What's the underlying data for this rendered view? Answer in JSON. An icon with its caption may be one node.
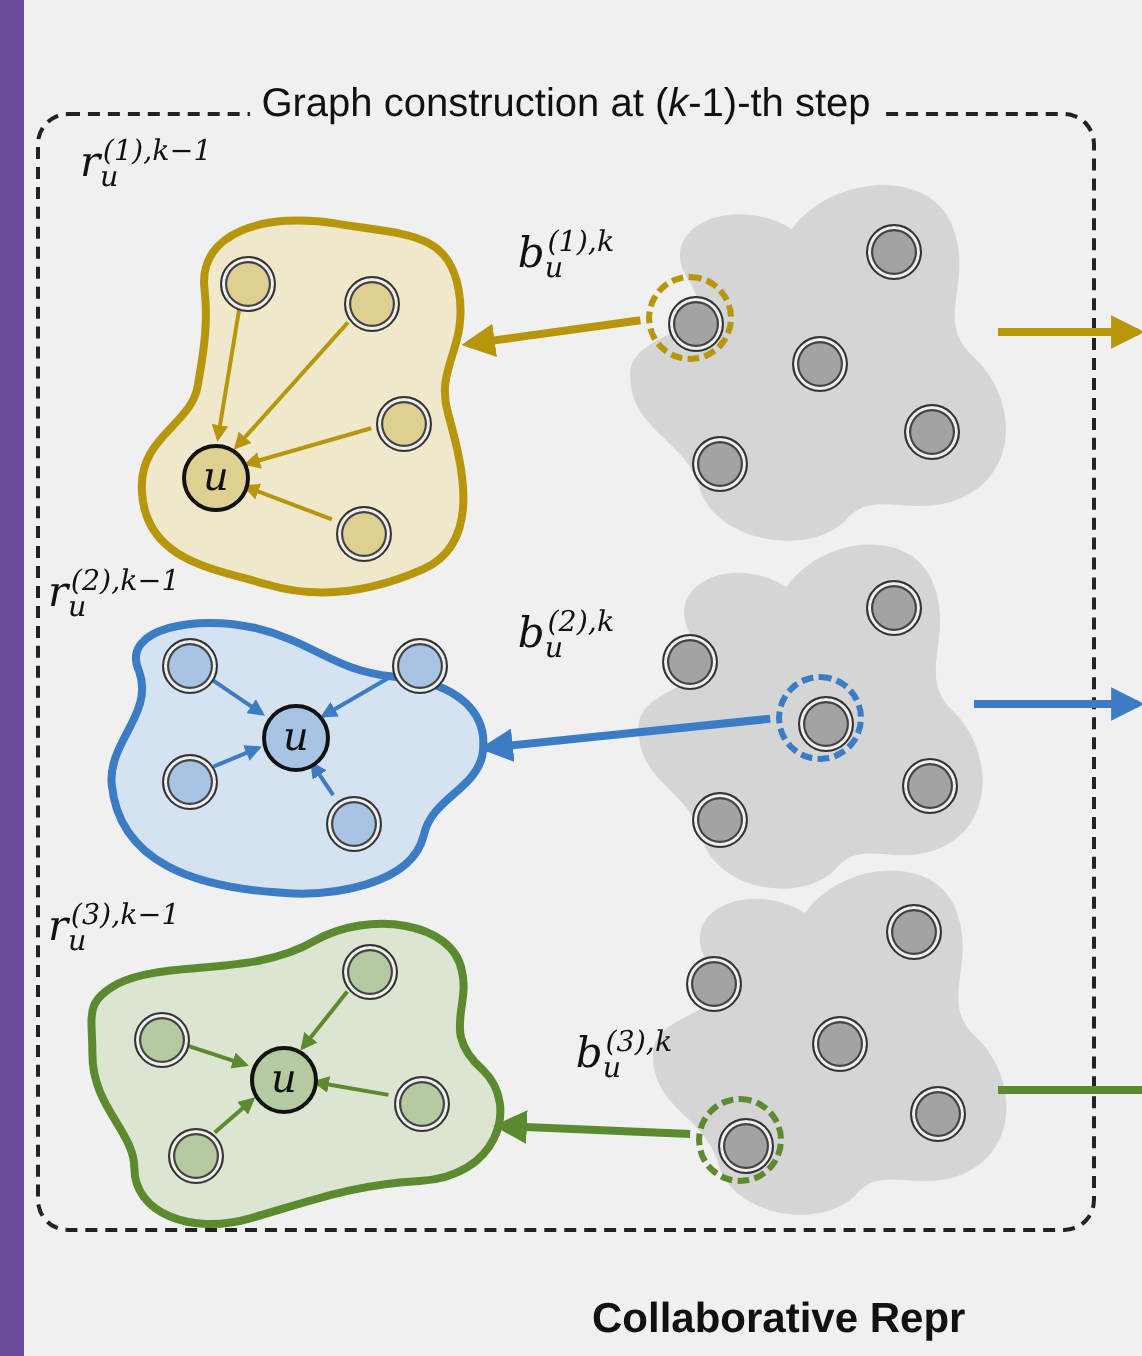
{
  "diagram": {
    "nodes": [
      {
        "text": [
          "Graph construction at (*k*-1)-th step"
        ]
      },
      {
        "text": [
          "r$_{u}$$^{(1),k−1}$"
        ],
        "in": 0
      },
      {
        "text": [],
        "shape": "circle",
        "in": 1
      },
      {
        "text": [],
        "shape": "circle",
        "in": 1
      },
      {
        "text": [],
        "shape": "circle",
        "in": 1
      },
      {
        "text": [],
        "shape": "circle",
        "in": 1
      },
      {
        "text": [
          "u"
        ],
        "in": 1
      },
      {
        "text": [],
        "shape": "cloud",
        "in": 0
      },
      {
        "text": [],
        "shape": "circle",
        "in": 7
      },
      {
        "text": [],
        "shape": "circle",
        "in": 7
      },
      {
        "text": [],
        "shape": "circle",
        "in": 7
      },
      {
        "text": [],
        "shape": "circle",
        "in": 7
      },
      {
        "text": [],
        "shape": "circle",
        "in": 7
      },
      {
        "text": [
          "r$_{u}$$^{(2),k−1}$"
        ],
        "in": 0
      },
      {
        "text": [],
        "shape": "circle",
        "in": 13
      },
      {
        "text": [],
        "shape": "circle",
        "in": 13
      },
      {
        "text": [],
        "shape": "circle",
        "in": 13
      },
      {
        "text": [],
        "shape": "circle",
        "in": 13
      },
      {
        "text": [
          "u"
        ],
        "in": 13
      },
      {
        "text": [],
        "shape": "cloud",
        "in": 0
      },
      {
        "text": [],
        "shape": "circle",
        "in": 19
      },
      {
        "text": [],
        "shape": "circle",
        "in": 19
      },
      {
        "text": [],
        "shape": "circle",
        "in": 19
      },
      {
        "text": [],
        "shape": "circle",
        "in": 19
      },
      {
        "text": [],
        "shape": "circle",
        "in": 19
      },
      {
        "text": [
          "r$_{u}$$^{(3),k−1}$"
        ],
        "in": 0
      },
      {
        "text": [],
        "shape": "circle",
        "in": 25
      },
      {
        "text": [],
        "shape": "circle",
        "in": 25
      },
      {
        "text": [],
        "shape": "circle",
        "in": 25
      },
      {
        "text": [],
        "shape": "circle",
        "in": 25
      },
      {
        "text": [
          "u"
        ],
        "in": 25
      },
      {
        "text": [],
        "shape": "cloud",
        "in": 0
      },
      {
        "text": [],
        "shape": "circle",
        "in": 31
      },
      {
        "text": [],
        "shape": "circle",
        "in": 31
      },
      {
        "text": [],
        "shape": "circle",
        "in": 31
      },
      {
        "text": [],
        "shape": "circle",
        "in": 31
      },
      {
        "text": [],
        "shape": "circle",
        "in": 31
      }
    ],
    "edges": [
      {
        "from": 2,
        "to": 6,
        "arrow": "to",
        "color": "#b8960c"
      },
      {
        "from": 3,
        "to": 6,
        "arrow": "to",
        "color": "#b8960c"
      },
      {
        "from": 4,
        "to": 6,
        "arrow": "to",
        "color": "#b8960c"
      },
      {
        "from": 5,
        "to": 6,
        "arrow": "to",
        "color": "#b8960c"
      },
      {
        "from": 9,
        "to": 1,
        "arrow": "to",
        "label": "b$_{u}$$^{(1),k}$",
        "style": "thick",
        "color": "#b8960c"
      },
      {
        "from": 7,
        "to": null,
        "arrow": "to",
        "style": "thick",
        "color": "#b8960c"
      },
      {
        "from": 14,
        "to": 18,
        "arrow": "to",
        "color": "#3b7cc4"
      },
      {
        "from": 15,
        "to": 18,
        "arrow": "to",
        "color": "#3b7cc4"
      },
      {
        "from": 16,
        "to": 18,
        "arrow": "to",
        "color": "#3b7cc4"
      },
      {
        "from": 17,
        "to": 18,
        "arrow": "to",
        "color": "#3b7cc4"
      },
      {
        "from": 22,
        "to": 13,
        "arrow": "to",
        "label": "b$_{u}$$^{(2),k}$",
        "style": "thick",
        "color": "#3b7cc4"
      },
      {
        "from": 19,
        "to": null,
        "arrow": "to",
        "style": "thick",
        "color": "#3b7cc4"
      },
      {
        "from": 26,
        "to": 30,
        "arrow": "to",
        "color": "#5b8a2f"
      },
      {
        "from": 27,
        "to": 30,
        "arrow": "to",
        "color": "#5b8a2f"
      },
      {
        "from": 28,
        "to": 30,
        "arrow": "to",
        "color": "#5b8a2f"
      },
      {
        "from": 29,
        "to": 30,
        "arrow": "to",
        "color": "#5b8a2f"
      },
      {
        "from": 36,
        "to": 25,
        "arrow": "to",
        "label": "b$_{u}$$^{(3),k}$",
        "style": "thick",
        "color": "#5b8a2f"
      },
      {
        "from": 31,
        "to": null,
        "arrow": "none",
        "style": "thick",
        "color": "#5b8a2f"
      }
    ],
    "labels": [
      "Collaborative Repr"
    ]
  }
}
